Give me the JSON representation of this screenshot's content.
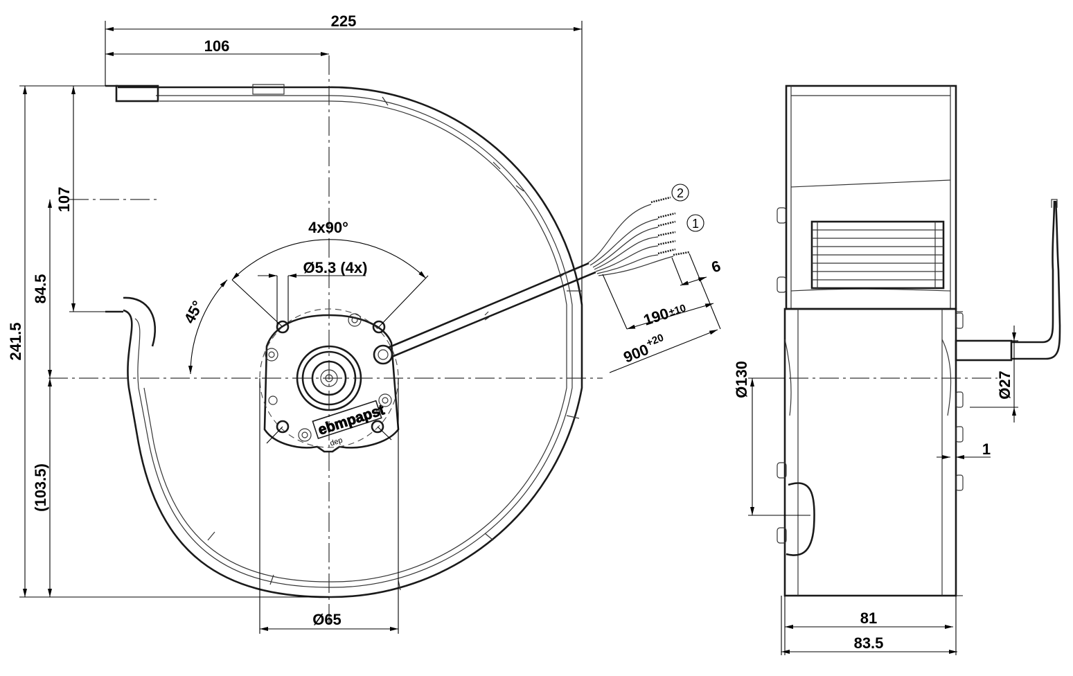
{
  "front_view": {
    "dimensions": {
      "overall_width": "225",
      "outlet_to_center": "106",
      "outlet_height": "107",
      "outlet_bottom_to_center": "84.5",
      "overall_height": "241.5",
      "center_to_bottom": "(103.5)",
      "hole_pattern_angle": "4x90°",
      "mounting_holes": "Ø5.3 (4x)",
      "hole_offset_angle": "45°",
      "bolt_circle": "Ø65",
      "lead_strip_length": "6",
      "lead_length_short": "190",
      "lead_length_short_tol": "±10",
      "lead_length_long": "900",
      "lead_length_long_tol": "+20"
    },
    "callouts": {
      "wire_group_2": "2",
      "wire_group_1": "1"
    },
    "logo": "ebmpapst",
    "logo_subtext": "dep"
  },
  "side_view": {
    "dimensions": {
      "inlet_diameter": "Ø130",
      "hub_diameter": "Ø27",
      "offset": "1",
      "width_inner": "81",
      "width_outer": "83.5"
    }
  }
}
